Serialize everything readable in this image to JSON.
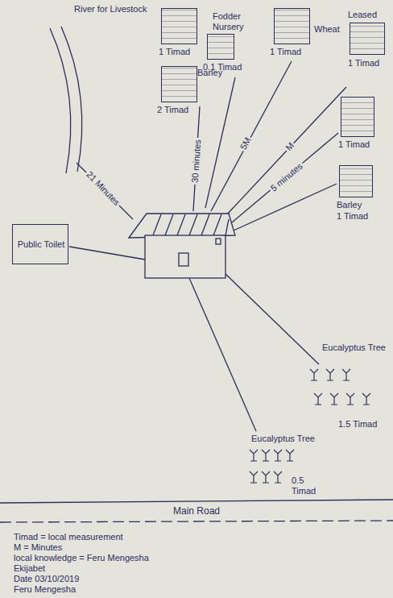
{
  "diagram": {
    "nodes": [
      {
        "text": [
          "River for Livestock"
        ]
      },
      {
        "text": [
          "1 Timad"
        ]
      },
      {
        "text": [
          "Fodder Nursery",
          "0.1 Timad"
        ]
      },
      {
        "text": [
          "Wheat",
          "1 Timad"
        ]
      },
      {
        "text": [
          "Leased",
          "1 Timad"
        ]
      },
      {
        "text": [
          "Barley",
          "2 Timad"
        ]
      },
      {
        "text": [
          "1 Timad"
        ]
      },
      {
        "text": [
          "Barley",
          "1 Timad"
        ]
      },
      {
        "text": [
          "Public Toilet"
        ]
      },
      {
        "text": [
          "Eucalyptus Tree",
          "1.5 Timad"
        ]
      },
      {
        "text": [
          "Eucalyptus Tree",
          "0.5 Timad"
        ]
      }
    ],
    "labels": [
      "21 Minutes",
      "30 minutes",
      "5M",
      "M",
      "5 minutes",
      "Main Road",
      "Timad = local measurement",
      "M = Minutes",
      "local knowledge = Feru Mengesha",
      "Ekijabet",
      "Date 03/10/2019",
      "Feru Mengesha"
    ]
  }
}
